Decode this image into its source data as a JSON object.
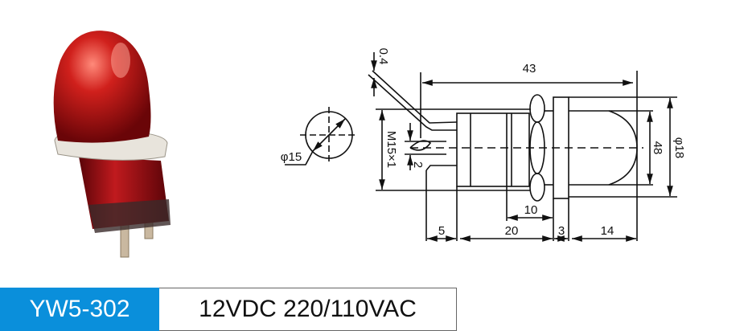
{
  "product": {
    "model": "YW5-302",
    "voltage": "12VDC 220/110VAC"
  },
  "dimensions": {
    "lead_thickness": "0.4",
    "overall_length": "43",
    "lens_diameter": "48",
    "flange_diameter": "φ18",
    "thread": "M15×1",
    "terminal_gap": "2",
    "panel_hole": "φ15",
    "nut_span": "10",
    "terminal_length": "5",
    "body_length": "20",
    "flange_thickness": "3",
    "lens_length": "14"
  },
  "colors": {
    "accent": "#0a8fdb",
    "lamp": "#b0141a"
  }
}
